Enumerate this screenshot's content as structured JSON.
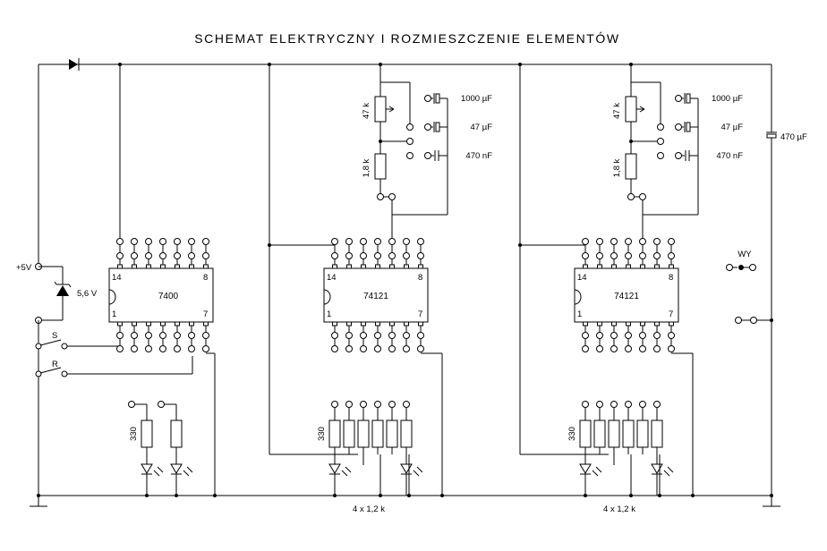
{
  "title": "SCHEMAT ELEKTRYCZNY I ROZMIESZCZENIE ELEMENTÓW",
  "power": {
    "label": "+5V",
    "zener": "5,6 V"
  },
  "switches": {
    "set": "S",
    "reset": "R"
  },
  "chip1": {
    "name": "7400",
    "pin14": "14",
    "pin8": "8",
    "pin1": "1",
    "pin7": "7"
  },
  "led_resistor": "330",
  "mono": [
    {
      "chip": "74121",
      "pin14": "14",
      "pin8": "8",
      "pin1": "1",
      "pin7": "7",
      "pot": "47 k",
      "res": "1,8 k",
      "caps": [
        "1000 µF",
        "47 µF",
        "470 nF"
      ],
      "res330": "330",
      "array": "4 x 1,2 k"
    },
    {
      "chip": "74121",
      "pin14": "14",
      "pin8": "8",
      "pin1": "1",
      "pin7": "7",
      "pot": "47 k",
      "res": "1,8 k",
      "caps": [
        "1000 µF",
        "47 µF",
        "470 nF"
      ],
      "res330": "330",
      "array": "4 x 1,2 k"
    }
  ],
  "bulk_cap": "470 µF",
  "output": "WY"
}
